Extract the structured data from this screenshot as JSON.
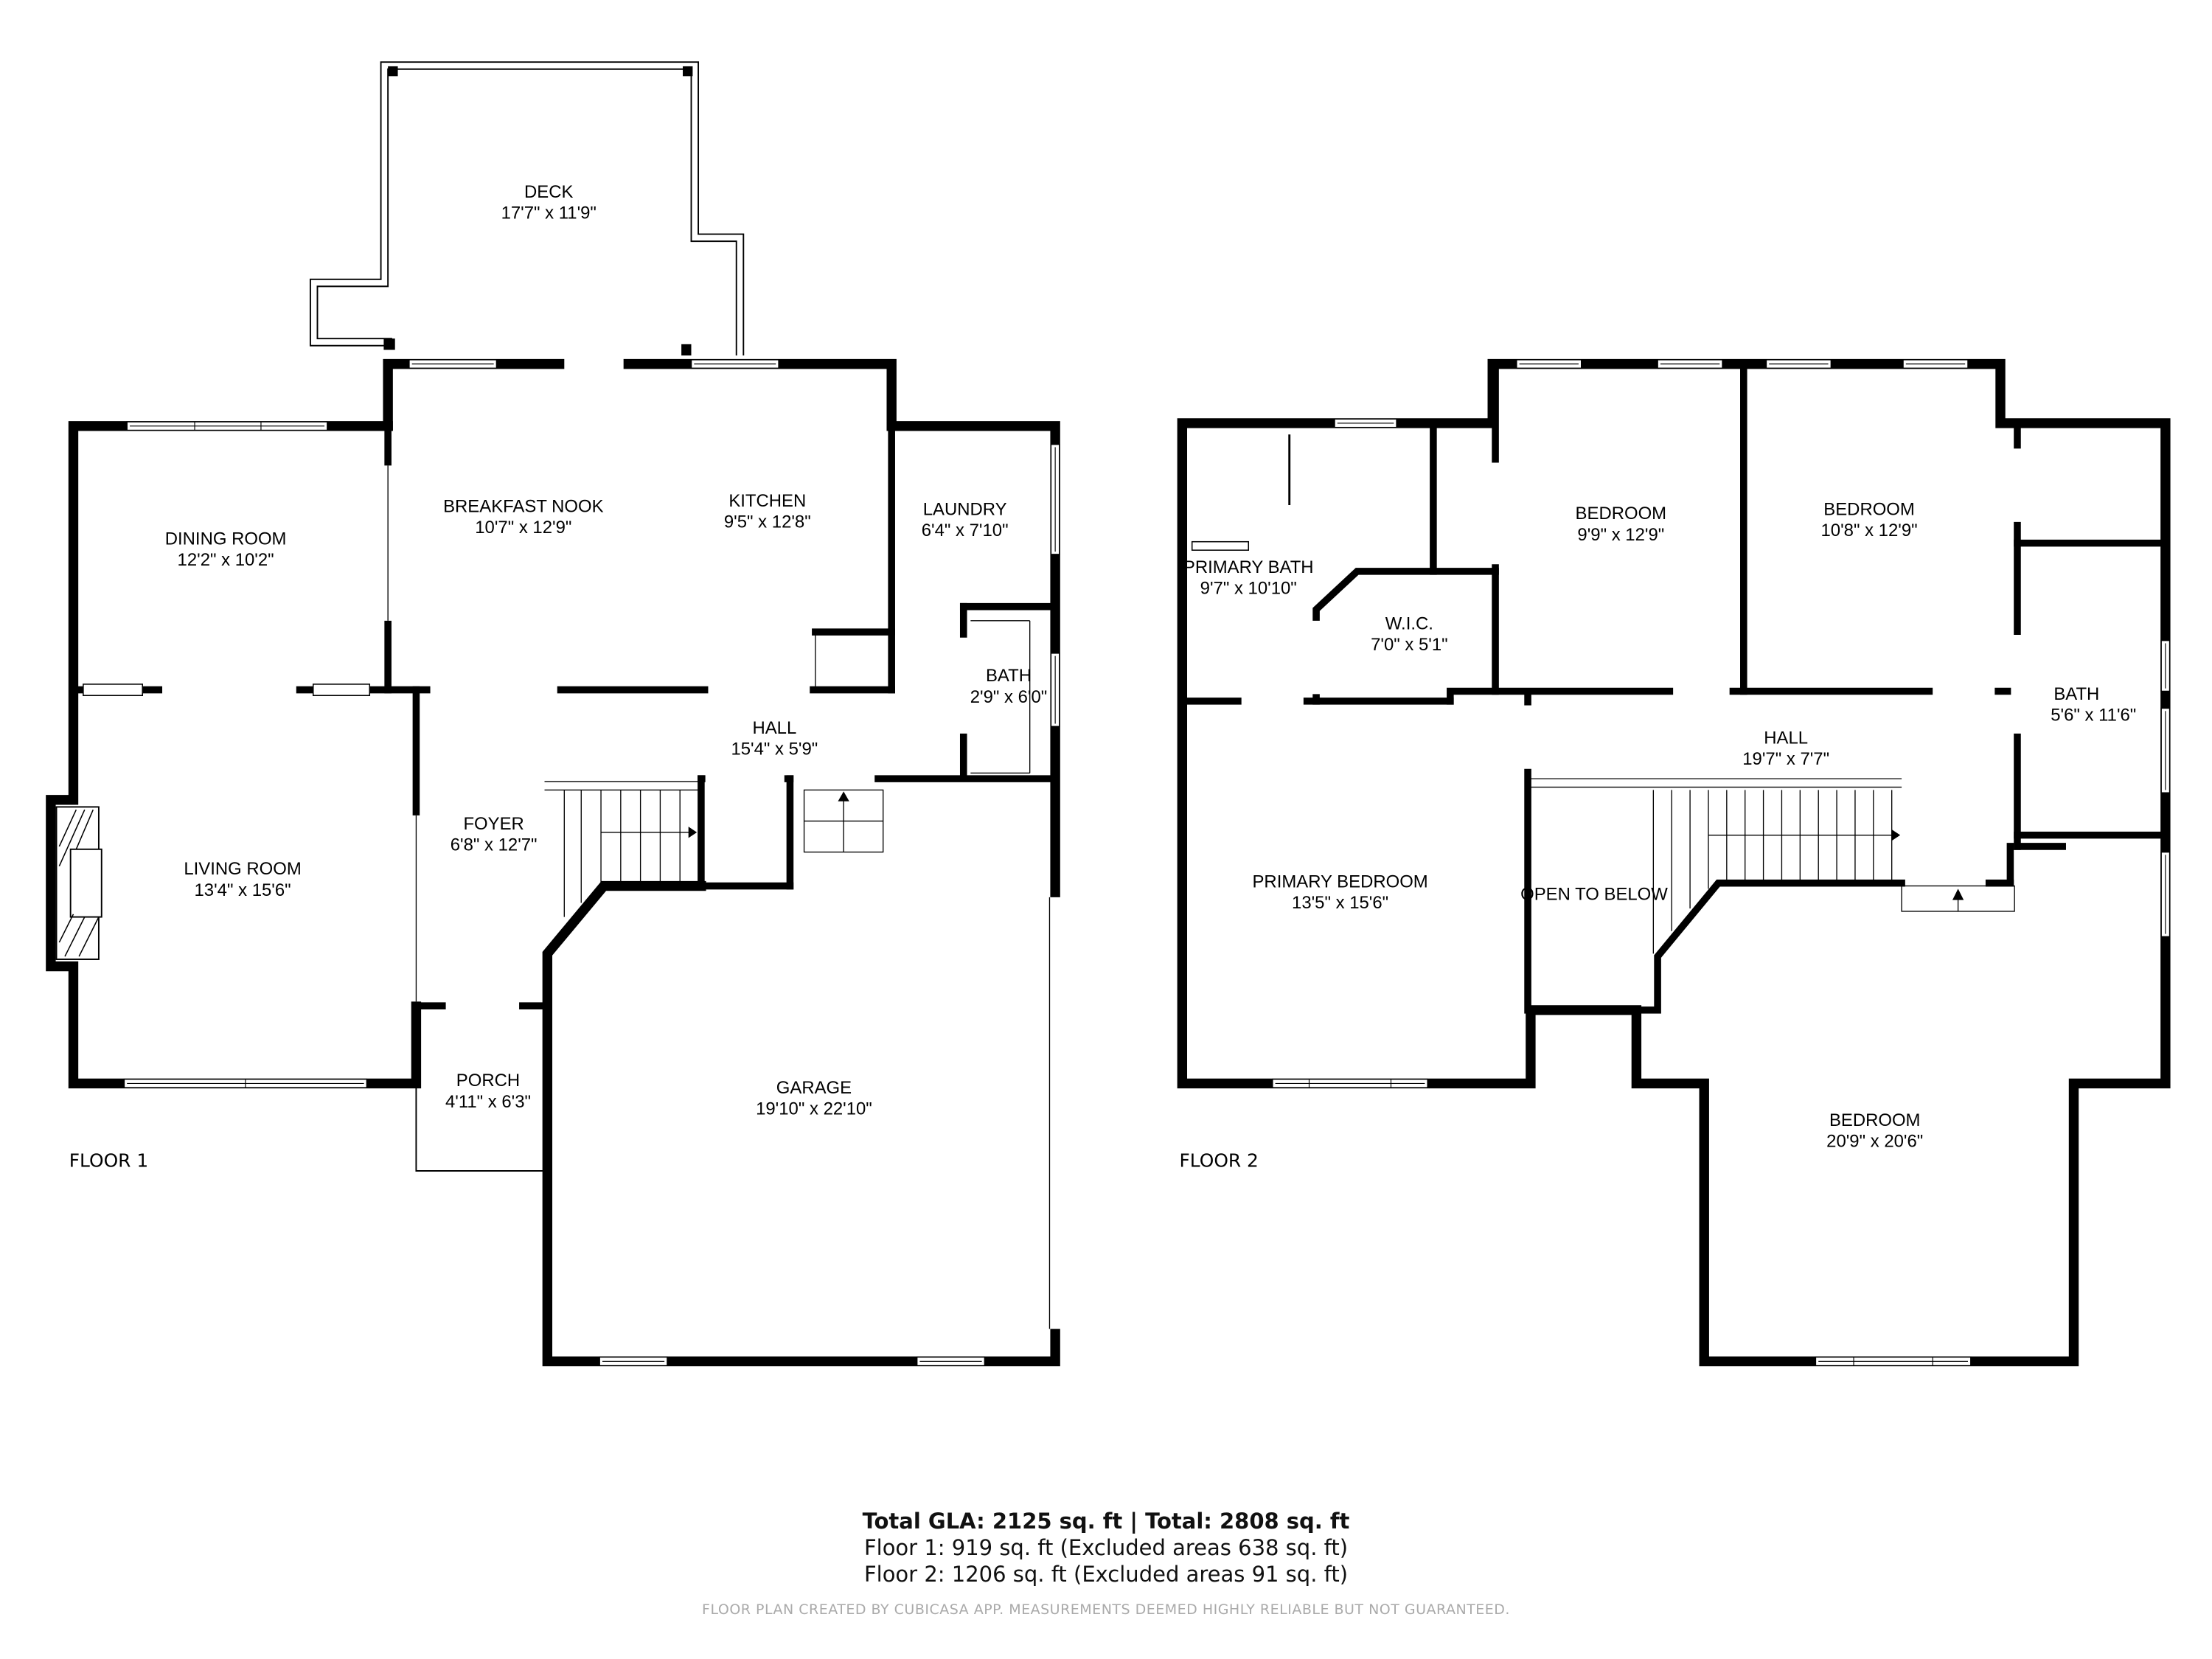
{
  "floors": [
    {
      "label": "FLOOR 1",
      "rooms": [
        {
          "id": "deck",
          "name": "DECK",
          "dims": "17'7\" x 11'9\""
        },
        {
          "id": "dining-room",
          "name": "DINING ROOM",
          "dims": "12'2\" x 10'2\""
        },
        {
          "id": "breakfast-nook",
          "name": "BREAKFAST NOOK",
          "dims": "10'7\" x 12'9\""
        },
        {
          "id": "kitchen",
          "name": "KITCHEN",
          "dims": "9'5\" x 12'8\""
        },
        {
          "id": "laundry",
          "name": "LAUNDRY",
          "dims": "6'4\" x 7'10\""
        },
        {
          "id": "bath",
          "name": "BATH",
          "dims": "2'9\" x 6'0\""
        },
        {
          "id": "hall",
          "name": "HALL",
          "dims": "15'4\" x 5'9\""
        },
        {
          "id": "foyer",
          "name": "FOYER",
          "dims": "6'8\" x 12'7\""
        },
        {
          "id": "living-room",
          "name": "LIVING ROOM",
          "dims": "13'4\" x 15'6\""
        },
        {
          "id": "porch",
          "name": "PORCH",
          "dims": "4'11\" x 6'3\""
        },
        {
          "id": "garage",
          "name": "GARAGE",
          "dims": "19'10\" x 22'10\""
        }
      ]
    },
    {
      "label": "FLOOR 2",
      "rooms": [
        {
          "id": "primary-bath",
          "name": "PRIMARY BATH",
          "dims": "9'7\" x 10'10\""
        },
        {
          "id": "wic",
          "name": "W.I.C.",
          "dims": "7'0\" x 5'1\""
        },
        {
          "id": "bedroom-1",
          "name": "BEDROOM",
          "dims": "9'9\" x 12'9\""
        },
        {
          "id": "bedroom-2",
          "name": "BEDROOM",
          "dims": "10'8\" x 12'9\""
        },
        {
          "id": "bath-2",
          "name": "BATH",
          "dims": "5'6\" x 11'6\""
        },
        {
          "id": "hall-2",
          "name": "HALL",
          "dims": "19'7\" x 7'7\""
        },
        {
          "id": "primary-bedroom",
          "name": "PRIMARY BEDROOM",
          "dims": "13'5\" x 15'6\""
        },
        {
          "id": "open-to-below",
          "name": "OPEN TO BELOW",
          "dims": ""
        },
        {
          "id": "bedroom-3",
          "name": "BEDROOM",
          "dims": "20'9\" x 20'6\""
        }
      ]
    }
  ],
  "summary": {
    "total_line": "Total GLA: 2125 sq. ft | Total: 2808 sq. ft",
    "floor1_line": "Floor 1: 919 sq. ft (Excluded areas 638 sq. ft)",
    "floor2_line": "Floor 2: 1206 sq. ft (Excluded areas 91 sq. ft)",
    "disclaimer": "FLOOR PLAN CREATED BY CUBICASA APP. MEASUREMENTS DEEMED HIGHLY RELIABLE BUT NOT GUARANTEED."
  },
  "colors": {
    "wall": "#000000",
    "background": "#ffffff",
    "disclaimer": "#aaaaaa"
  }
}
